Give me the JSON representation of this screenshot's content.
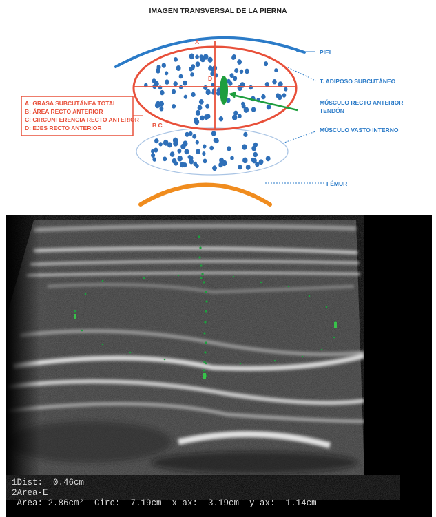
{
  "title": "IMAGEN TRANSVERSAL DE LA PIERNA",
  "legend": [
    "A: GRASA SUBCUTÁNEA TOTAL",
    "B: ÁREA RECTO ANTERIOR",
    "C: CIRCUNFERENCIA RECTO ANTERIOR",
    "D: EJES RECTO ANTERIOR"
  ],
  "markers": {
    "a": "A",
    "bc": "B C",
    "d": "D"
  },
  "labels": {
    "piel": "PIEL",
    "adiposo": "T. ADIPOSO SUBCUTÁNEO",
    "recto": "MÚSCULO RECTO ANTERIOR",
    "tendon": "TENDÓN",
    "vasto": "MÚSCULO VASTO INTERNO",
    "femur": "FÉMUR"
  },
  "colors": {
    "blue": "#2b7bc8",
    "red": "#e8503a",
    "green": "#1e9e3e",
    "orange": "#f08c1e",
    "dots": "#2e6fb8"
  },
  "readout": {
    "line1": "1Dist:  0.46cm",
    "line2": "2Area-E",
    "line3": " Area: 2.86cm²  Circ:  7.19cm  x-ax:  3.19cm  y-ax:  1.14cm"
  }
}
